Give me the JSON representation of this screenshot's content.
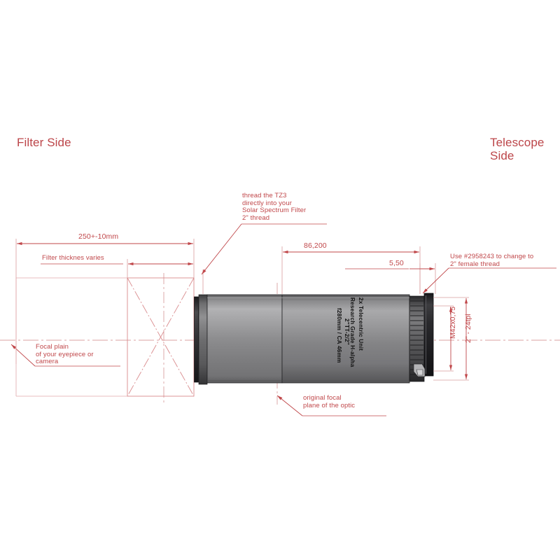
{
  "drawing": {
    "title_filter_side": "Filter Side",
    "title_telescope_side": "Telescope\nSide",
    "accent_color": "#c0474a",
    "body_dark": "#3a3a3c",
    "body_mid": "#8c8c8e"
  },
  "annotations": {
    "thread_tz3": "thread the TZ3\ndirectly into your\nSolar Spectrum Filter\n2\" thread",
    "adapter_note": "Use #2958243 to change to\n2\" female thread",
    "focal_plain": "Focal plain\nof your eyepiece or\ncamera",
    "original_focal": "original focal\nplane of the optic"
  },
  "dimensions": {
    "overall": "250+-10mm",
    "filter_thickness": "Filter thicknes varies",
    "tube_length": "86,200",
    "flange": "5,50",
    "thread_m42": "M42x0,75",
    "thread_two_inch": "2\" - 24tpi"
  },
  "product_label": {
    "line1": "Research Grade H-alpha",
    "line2": "2x Telecentric Unit",
    "line3": "2\"TT-2/2\"",
    "line4": "f280mm / CA 46mm"
  }
}
